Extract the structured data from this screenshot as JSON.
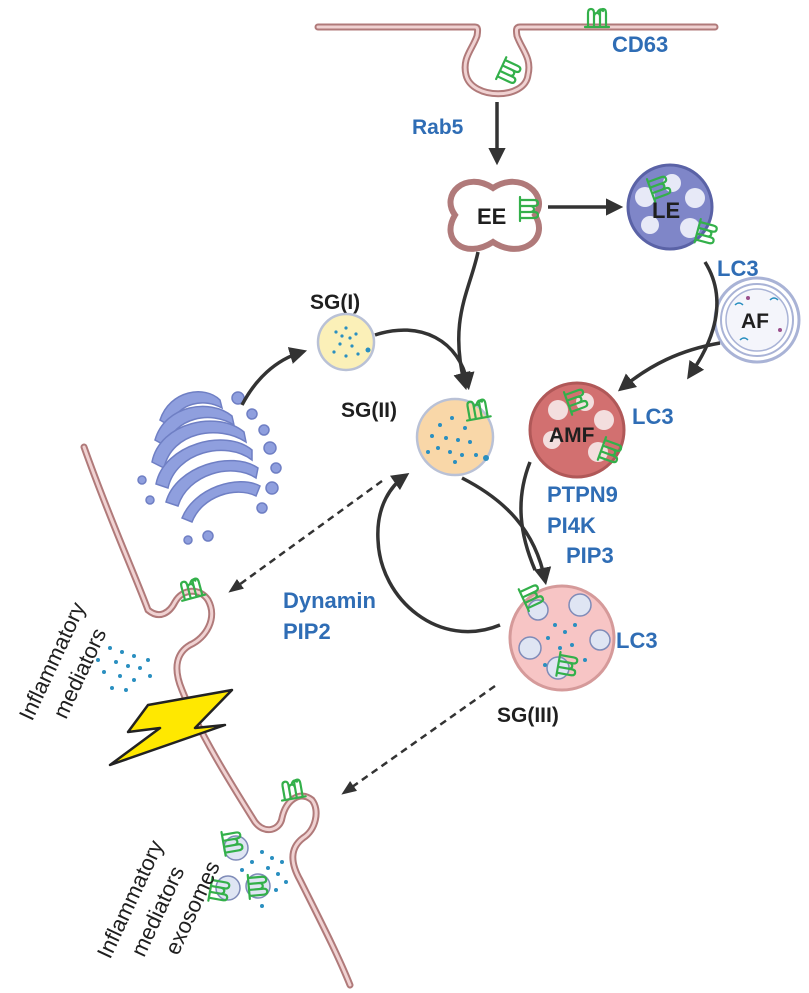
{
  "labels": {
    "cd63": "CD63",
    "rab5": "Rab5",
    "ee": "EE",
    "le": "LE",
    "lc3_af": "LC3",
    "af": "AF",
    "sg1": "SG(I)",
    "sg2": "SG(II)",
    "amf": "AMF",
    "lc3_amf": "LC3",
    "ptpn9": "PTPN9",
    "pi4k": "PI4K",
    "pip3": "PIP3",
    "dynamin": "Dynamin",
    "pip2": "PIP2",
    "lc3_sg3": "LC3",
    "sg3": "SG(III)",
    "inflammatory_1": "Inflammatory",
    "mediators_1": "mediators",
    "inflammatory_2": "Inflammatory",
    "mediators_2": "mediators",
    "exosomes": "exosomes"
  },
  "colors": {
    "label_blue": "#2f6db5",
    "label_dark": "#1f1f1f",
    "membrane": "#b07a7a",
    "protein_green": "#33b04a",
    "dot_blue": "#2a8fc0",
    "golgi": "#8f9fde",
    "lightning": "#ffe800",
    "sg1_fill": "#fbf0b8",
    "sg2_fill": "#f9d7a8",
    "sg3_fill": "#f7c5c5",
    "le_fill": "#7f86c8",
    "amf_fill": "#d27070"
  },
  "icons": [
    "cd63-protein-icon",
    "golgi-icon",
    "lightning-icon"
  ]
}
